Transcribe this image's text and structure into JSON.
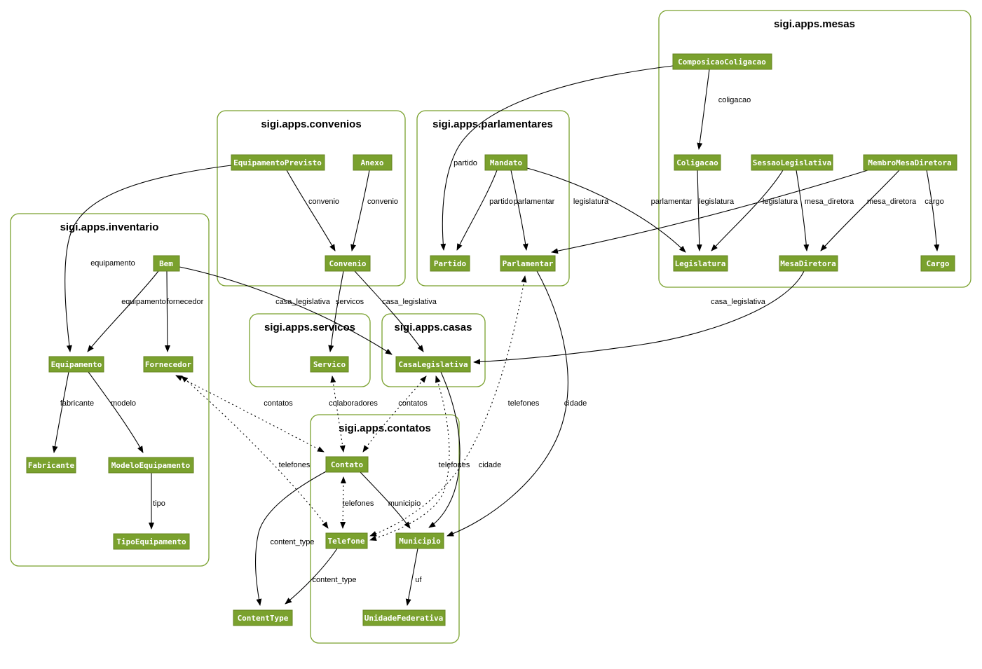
{
  "diagram": {
    "type": "django-model-dependency-graph",
    "colors": {
      "node_fill": "#7aa12e",
      "node_border": "#64831f",
      "node_text": "#ffffff",
      "cluster_border": "#7aa12e",
      "edge": "#000000",
      "background": "#ffffff"
    },
    "clusters": [
      {
        "id": "mesas",
        "title": "sigi.apps.mesas",
        "nodes": [
          {
            "label": "ComposicaoColigacao"
          },
          {
            "label": "Coligacao"
          },
          {
            "label": "SessaoLegislativa"
          },
          {
            "label": "MembroMesaDiretora"
          },
          {
            "label": "Legislatura"
          },
          {
            "label": "MesaDiretora"
          },
          {
            "label": "Cargo"
          }
        ]
      },
      {
        "id": "convenios",
        "title": "sigi.apps.convenios",
        "nodes": [
          {
            "label": "EquipamentoPrevisto"
          },
          {
            "label": "Anexo"
          },
          {
            "label": "Convenio"
          }
        ]
      },
      {
        "id": "parlamentares",
        "title": "sigi.apps.parlamentares",
        "nodes": [
          {
            "label": "Mandato"
          },
          {
            "label": "Partido"
          },
          {
            "label": "Parlamentar"
          }
        ]
      },
      {
        "id": "inventario",
        "title": "sigi.apps.inventario",
        "nodes": [
          {
            "label": "Bem"
          },
          {
            "label": "Equipamento"
          },
          {
            "label": "Fornecedor"
          },
          {
            "label": "Fabricante"
          },
          {
            "label": "ModeloEquipamento"
          },
          {
            "label": "TipoEquipamento"
          }
        ]
      },
      {
        "id": "servicos",
        "title": "sigi.apps.servicos",
        "nodes": [
          {
            "label": "Servico"
          }
        ]
      },
      {
        "id": "casas",
        "title": "sigi.apps.casas",
        "nodes": [
          {
            "label": "CasaLegislativa"
          }
        ]
      },
      {
        "id": "contatos",
        "title": "sigi.apps.contatos",
        "nodes": [
          {
            "label": "Contato"
          },
          {
            "label": "Telefone"
          },
          {
            "label": "Municipio"
          },
          {
            "label": "UnidadeFederativa"
          }
        ]
      }
    ],
    "standalone_nodes": [
      {
        "label": "ContentType"
      }
    ],
    "edges": [
      {
        "from": "ComposicaoColigacao",
        "to": "Coligacao",
        "label": "coligacao",
        "style": "solid"
      },
      {
        "from": "ComposicaoColigacao",
        "to": "Partido",
        "label": "partido",
        "style": "solid"
      },
      {
        "from": "Mandato",
        "to": "Partido",
        "label": "partido",
        "style": "solid"
      },
      {
        "from": "Mandato",
        "to": "Parlamentar",
        "label": "parlamentar",
        "style": "solid"
      },
      {
        "from": "Mandato",
        "to": "Legislatura",
        "label": "legislatura",
        "style": "solid"
      },
      {
        "from": "Coligacao",
        "to": "Legislatura",
        "label": "legislatura",
        "style": "solid"
      },
      {
        "from": "SessaoLegislativa",
        "to": "Legislatura",
        "label": "legislatura",
        "style": "solid"
      },
      {
        "from": "SessaoLegislativa",
        "to": "MesaDiretora",
        "label": "mesa_diretora",
        "style": "solid"
      },
      {
        "from": "MembroMesaDiretora",
        "to": "Parlamentar",
        "label": "parlamentar",
        "style": "solid"
      },
      {
        "from": "MembroMesaDiretora",
        "to": "MesaDiretora",
        "label": "mesa_diretora",
        "style": "solid"
      },
      {
        "from": "MembroMesaDiretora",
        "to": "Cargo",
        "label": "cargo",
        "style": "solid"
      },
      {
        "from": "MesaDiretora",
        "to": "CasaLegislativa",
        "label": "casa_legislativa",
        "style": "solid"
      },
      {
        "from": "EquipamentoPrevisto",
        "to": "Convenio",
        "label": "convenio",
        "style": "solid"
      },
      {
        "from": "Anexo",
        "to": "Convenio",
        "label": "convenio",
        "style": "solid"
      },
      {
        "from": "EquipamentoPrevisto",
        "to": "Equipamento",
        "label": "equipamento",
        "style": "solid"
      },
      {
        "from": "Bem",
        "to": "Equipamento",
        "label": "equipamento",
        "style": "solid"
      },
      {
        "from": "Bem",
        "to": "Fornecedor",
        "label": "fornecedor",
        "style": "solid"
      },
      {
        "from": "Bem",
        "to": "CasaLegislativa",
        "label": "casa_legislativa",
        "style": "solid"
      },
      {
        "from": "Convenio",
        "to": "CasaLegislativa",
        "label": "casa_legislativa",
        "style": "solid"
      },
      {
        "from": "Convenio",
        "to": "Servico",
        "label": "servicos",
        "style": "solid"
      },
      {
        "from": "Equipamento",
        "to": "Fabricante",
        "label": "fabricante",
        "style": "solid"
      },
      {
        "from": "Equipamento",
        "to": "ModeloEquipamento",
        "label": "modelo",
        "style": "solid"
      },
      {
        "from": "ModeloEquipamento",
        "to": "TipoEquipamento",
        "label": "tipo",
        "style": "solid"
      },
      {
        "from": "Contato",
        "to": "Municipio",
        "label": "municipio",
        "style": "solid"
      },
      {
        "from": "Contato",
        "to": "ContentType",
        "label": "content_type",
        "style": "solid"
      },
      {
        "from": "Telefone",
        "to": "ContentType",
        "label": "content_type",
        "style": "solid"
      },
      {
        "from": "Municipio",
        "to": "UnidadeFederativa",
        "label": "uf",
        "style": "solid"
      },
      {
        "from": "Parlamentar",
        "to": "Municipio",
        "label": "cidade",
        "style": "solid"
      },
      {
        "from": "CasaLegislativa",
        "to": "Municipio",
        "label": "cidade",
        "style": "solid"
      },
      {
        "from": "Fornecedor",
        "to": "Contato",
        "label": "contatos",
        "style": "dotted"
      },
      {
        "from": "Servico",
        "to": "Contato",
        "label": "colaboradores",
        "style": "dotted"
      },
      {
        "from": "CasaLegislativa",
        "to": "Contato",
        "label": "contatos",
        "style": "dotted"
      },
      {
        "from": "Parlamentar",
        "to": "Telefone",
        "label": "telefones",
        "style": "dotted"
      },
      {
        "from": "CasaLegislativa",
        "to": "Telefone",
        "label": "telefones",
        "style": "dotted"
      },
      {
        "from": "Contato",
        "to": "Telefone",
        "label": "telefones",
        "style": "dotted"
      },
      {
        "from": "Fornecedor",
        "to": "Telefone",
        "label": "telefones",
        "style": "dotted"
      }
    ]
  }
}
